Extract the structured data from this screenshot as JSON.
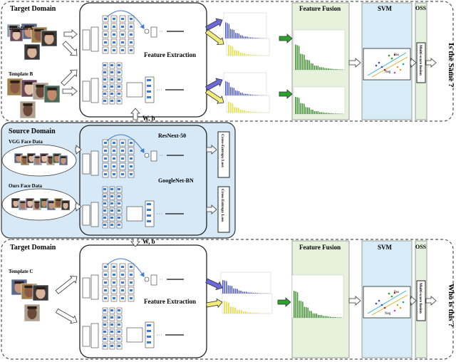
{
  "top": {
    "domain_label": "Target Domain",
    "template_a": "Template A",
    "template_b": "Template B",
    "feature_extraction": "Feature Extraction",
    "feature_fusion": "Feature Fusion",
    "svm": "SVM",
    "oss": "OSS",
    "fusion_box": "Multi-score fusion",
    "question": "Is the Same ?"
  },
  "middle": {
    "domain_label": "Source Domain",
    "vgg_data": "VGG Face Data",
    "ours_data": "Ours Face Data",
    "resnext": "ResNext-50",
    "googlenet": "GoogleNet-BN",
    "loss_1": "Cross-Entropy Loss",
    "loss_2": "Cross Entropy Loss",
    "wb_up": "W, b",
    "wb_down": "W, b"
  },
  "bottom": {
    "domain_label": "Target Domain",
    "template_c": "Template C",
    "feature_extraction": "Feature Extraction",
    "feature_fusion": "Feature Fusion",
    "svm": "SVM",
    "oss": "OSS",
    "fusion_box": "Multi-score fusion",
    "question": "Who is this ?"
  },
  "svm_plot": {
    "pos": "Pos",
    "neg": "Neg"
  },
  "colors": {
    "source_bg": "#d7e9f7",
    "fusion_bg": "#e6f2dc",
    "svm_bg": "#d8ecf7",
    "oss_bg": "#e3f2dc",
    "blue_bar": "#4a57c8",
    "yellow_bar": "#e8e04a",
    "green_bar": "#3b8c2a",
    "conv_blue": "#3a7bd5",
    "arrow_green": "#2ca02c",
    "arrow_purple": "#6a6ad8",
    "arrow_yellow": "#f0ec7a"
  }
}
